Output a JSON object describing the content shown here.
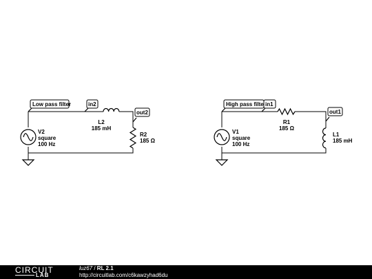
{
  "left_circuit": {
    "title_tag": "Low pass filter",
    "in_tag": "in2",
    "out_tag": "out2",
    "source": {
      "name": "V2",
      "wave": "square",
      "freq": "100 Hz"
    },
    "inductor": {
      "name": "L2",
      "value": "185 mH"
    },
    "resistor": {
      "name": "R2",
      "value": "185 Ω"
    }
  },
  "right_circuit": {
    "title_tag": "High pass filter",
    "in_tag": "in1",
    "out_tag": "out1",
    "source": {
      "name": "V1",
      "wave": "square",
      "freq": "100 Hz"
    },
    "resistor": {
      "name": "R1",
      "value": "185 Ω"
    },
    "inductor": {
      "name": "L1",
      "value": "185 mH"
    }
  },
  "footer": {
    "logo_top": "CIRCUIT",
    "logo_bottom": "LAB",
    "author": "luz67",
    "separator": " / ",
    "title": "RL 2.1",
    "url": "http://circuitlab.com/c6kawzyhad6du"
  }
}
